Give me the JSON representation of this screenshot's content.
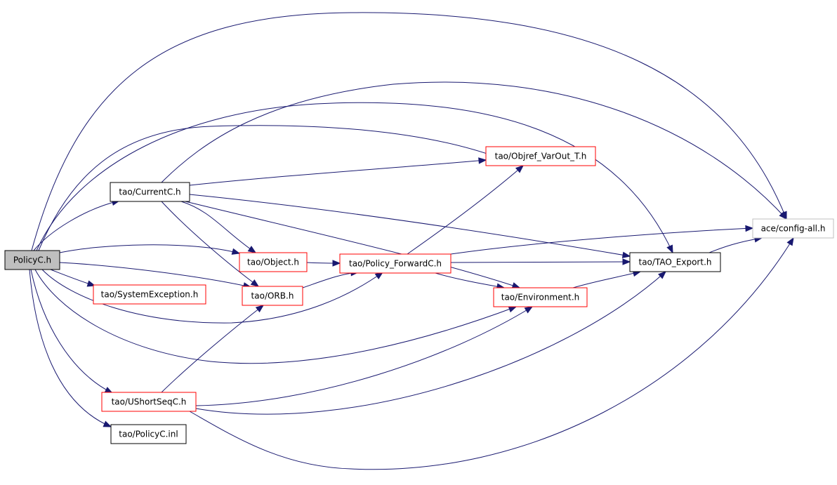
{
  "nodes": [
    {
      "id": "policyc_h",
      "label": "PolicyC.h",
      "kind": "root"
    },
    {
      "id": "currentc_h",
      "label": "tao/CurrentC.h",
      "kind": "plain"
    },
    {
      "id": "systemexception_h",
      "label": "tao/SystemException.h",
      "kind": "link"
    },
    {
      "id": "object_h",
      "label": "tao/Object.h",
      "kind": "link"
    },
    {
      "id": "orb_h",
      "label": "tao/ORB.h",
      "kind": "link"
    },
    {
      "id": "policy_forwardc_h",
      "label": "tao/Policy_ForwardC.h",
      "kind": "link"
    },
    {
      "id": "objref_varout_t_h",
      "label": "tao/Objref_VarOut_T.h",
      "kind": "link"
    },
    {
      "id": "environment_h",
      "label": "tao/Environment.h",
      "kind": "link"
    },
    {
      "id": "tao_export_h",
      "label": "tao/TAO_Export.h",
      "kind": "plain"
    },
    {
      "id": "config_all_h",
      "label": "ace/config-all.h",
      "kind": "external"
    },
    {
      "id": "ushortseqc_h",
      "label": "tao/UShortSeqC.h",
      "kind": "link"
    },
    {
      "id": "policyc_inl",
      "label": "tao/PolicyC.inl",
      "kind": "plain"
    }
  ],
  "edges": [
    {
      "from": "policyc_h",
      "to": "currentc_h"
    },
    {
      "from": "policyc_h",
      "to": "systemexception_h"
    },
    {
      "from": "policyc_h",
      "to": "object_h"
    },
    {
      "from": "policyc_h",
      "to": "orb_h"
    },
    {
      "from": "policyc_h",
      "to": "policy_forwardc_h"
    },
    {
      "from": "policyc_h",
      "to": "objref_varout_t_h"
    },
    {
      "from": "policyc_h",
      "to": "environment_h"
    },
    {
      "from": "policyc_h",
      "to": "tao_export_h"
    },
    {
      "from": "policyc_h",
      "to": "config_all_h"
    },
    {
      "from": "policyc_h",
      "to": "ushortseqc_h"
    },
    {
      "from": "policyc_h",
      "to": "policyc_inl"
    },
    {
      "from": "currentc_h",
      "to": "object_h"
    },
    {
      "from": "currentc_h",
      "to": "orb_h"
    },
    {
      "from": "currentc_h",
      "to": "objref_varout_t_h"
    },
    {
      "from": "currentc_h",
      "to": "environment_h"
    },
    {
      "from": "currentc_h",
      "to": "tao_export_h"
    },
    {
      "from": "currentc_h",
      "to": "config_all_h"
    },
    {
      "from": "object_h",
      "to": "policy_forwardc_h"
    },
    {
      "from": "orb_h",
      "to": "policy_forwardc_h"
    },
    {
      "from": "policy_forwardc_h",
      "to": "objref_varout_t_h"
    },
    {
      "from": "policy_forwardc_h",
      "to": "environment_h"
    },
    {
      "from": "policy_forwardc_h",
      "to": "tao_export_h"
    },
    {
      "from": "policy_forwardc_h",
      "to": "config_all_h"
    },
    {
      "from": "environment_h",
      "to": "tao_export_h"
    },
    {
      "from": "tao_export_h",
      "to": "config_all_h"
    },
    {
      "from": "ushortseqc_h",
      "to": "orb_h"
    },
    {
      "from": "ushortseqc_h",
      "to": "environment_h"
    },
    {
      "from": "ushortseqc_h",
      "to": "tao_export_h"
    },
    {
      "from": "ushortseqc_h",
      "to": "config_all_h"
    }
  ],
  "colors": {
    "edge": "#191970",
    "root_fill": "#bfbfbf",
    "plain_border": "#000000",
    "link_border": "#ff0000",
    "external_border": "#bfbfbf",
    "text": "#000000"
  }
}
